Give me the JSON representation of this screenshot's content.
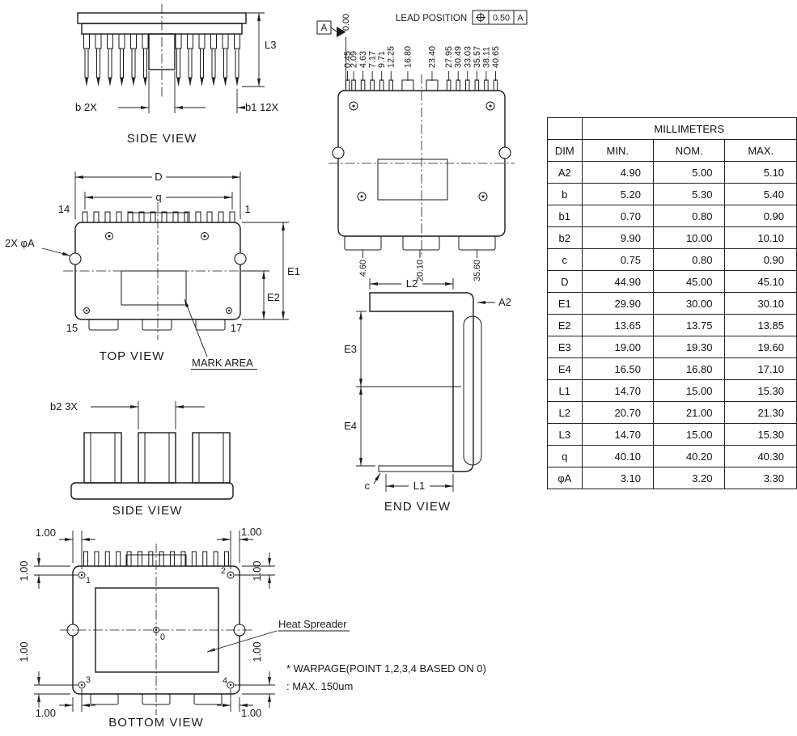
{
  "views": {
    "side_view_top": {
      "label": "SIDE VIEW",
      "dim_l3": "L3",
      "dim_b": "b 2X",
      "dim_b1": "b1 12X"
    },
    "lead_position": {
      "title": "LEAD POSITION",
      "fcf_tolerance": "0.50",
      "fcf_datum": "A",
      "datum_label": "A",
      "top_dims": [
        "0.00",
        "0.45",
        "2.09",
        "4.63",
        "7.17",
        "9.71",
        "12.25",
        "16.80",
        "23.40",
        "27.95",
        "30.49",
        "33.03",
        "35.57",
        "38.11",
        "40.65"
      ],
      "bottom_dims": [
        "4.60",
        "20.10",
        "35.60"
      ]
    },
    "top_view": {
      "label": "TOP VIEW",
      "dim_d": "D",
      "dim_q": "q",
      "pin_top_left": "14",
      "pin_top_right": "1",
      "pin_bottom_left": "15",
      "pin_bottom_right": "17",
      "dim_hole_callout": "2X φA",
      "dim_e1": "E1",
      "dim_e2": "E2",
      "mark_area_label": "MARK AREA"
    },
    "end_view": {
      "label": "END VIEW",
      "dim_l2": "L2",
      "dim_a2": "A2",
      "dim_e3": "E3",
      "dim_e4": "E4",
      "dim_c": "c",
      "dim_l1": "L1"
    },
    "side_view_bottom": {
      "label": "SIDE VIEW",
      "dim_b2": "b2 3X"
    },
    "bottom_view": {
      "label": "BOTTOM VIEW",
      "heat_spreader_label": "Heat Spreader",
      "corner_dim": "1.00",
      "point_0": "0",
      "point_1": "1",
      "point_2": "2",
      "point_3": "3",
      "point_4": "4",
      "note_line1": "* WARPAGE(POINT 1,2,3,4 BASED ON 0)",
      "note_line2": ": MAX. 150um"
    }
  },
  "table": {
    "unit_header": "MILLIMETERS",
    "col_dim": "DIM",
    "col_min": "MIN.",
    "col_nom": "NOM.",
    "col_max": "MAX.",
    "rows": [
      {
        "dim": "A2",
        "min": "4.90",
        "nom": "5.00",
        "max": "5.10"
      },
      {
        "dim": "b",
        "min": "5.20",
        "nom": "5.30",
        "max": "5.40"
      },
      {
        "dim": "b1",
        "min": "0.70",
        "nom": "0.80",
        "max": "0.90"
      },
      {
        "dim": "b2",
        "min": "9.90",
        "nom": "10.00",
        "max": "10.10"
      },
      {
        "dim": "c",
        "min": "0.75",
        "nom": "0.80",
        "max": "0.90"
      },
      {
        "dim": "D",
        "min": "44.90",
        "nom": "45.00",
        "max": "45.10"
      },
      {
        "dim": "E1",
        "min": "29.90",
        "nom": "30.00",
        "max": "30.10"
      },
      {
        "dim": "E2",
        "min": "13.65",
        "nom": "13.75",
        "max": "13.85"
      },
      {
        "dim": "E3",
        "min": "19.00",
        "nom": "19.30",
        "max": "19.60"
      },
      {
        "dim": "E4",
        "min": "16.50",
        "nom": "16.80",
        "max": "17.10"
      },
      {
        "dim": "L1",
        "min": "14.70",
        "nom": "15.00",
        "max": "15.30"
      },
      {
        "dim": "L2",
        "min": "20.70",
        "nom": "21.00",
        "max": "21.30"
      },
      {
        "dim": "L3",
        "min": "14.70",
        "nom": "15.00",
        "max": "15.30"
      },
      {
        "dim": "q",
        "min": "40.10",
        "nom": "40.20",
        "max": "40.30"
      },
      {
        "dim": "φA",
        "min": "3.10",
        "nom": "3.20",
        "max": "3.30"
      }
    ]
  }
}
